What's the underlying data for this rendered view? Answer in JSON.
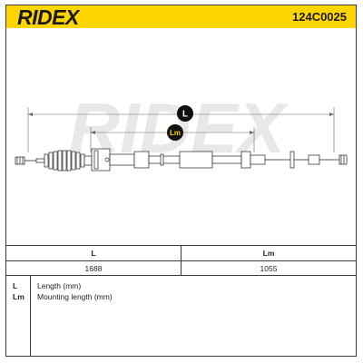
{
  "header": {
    "brand": "RIDEX",
    "part_number": "124C0025",
    "background_color": "#ffd500"
  },
  "drawing": {
    "dimension_L_label": "L",
    "dimension_Lm_label": "Lm",
    "watermark_text": "RIDEX",
    "label_badge_color": "#111111"
  },
  "table": {
    "headers": [
      "L",
      "Lm"
    ],
    "values": [
      "1688",
      "1055"
    ]
  },
  "legend": [
    {
      "key": "L",
      "desc": "Length (mm)"
    },
    {
      "key": "Lm",
      "desc": "Mounting length (mm)"
    }
  ]
}
